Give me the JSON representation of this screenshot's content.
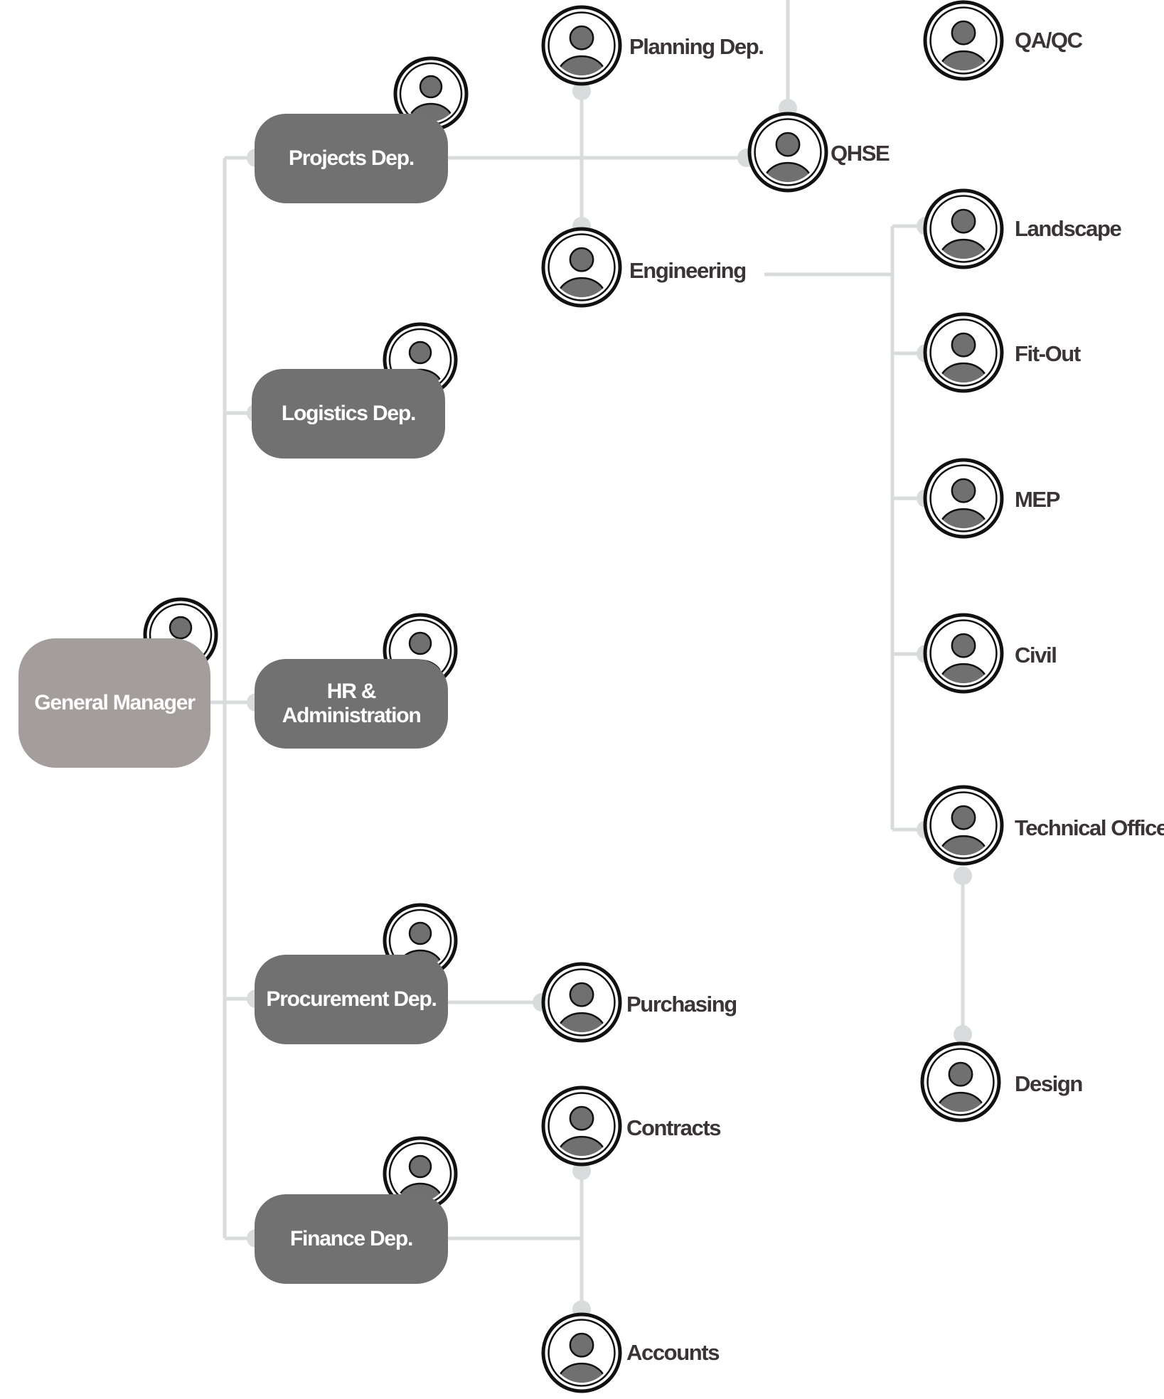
{
  "org_chart": {
    "root": "General Manager",
    "departments": [
      "Projects Dep.",
      "Logistics Dep.",
      "HR & Administration",
      "Procurement Dep.",
      "Finance Dep."
    ],
    "units": {
      "planning": "Planning Dep.",
      "engineering": "Engineering",
      "qhse": "QHSE",
      "qaqc": "QA/QC",
      "landscape": "Landscape",
      "fitout": "Fit-Out",
      "mep": "MEP",
      "civil": "Civil",
      "technical_office": "Technical Office",
      "design": "Design",
      "purchasing": "Purchasing",
      "contracts": "Contracts",
      "accounts": "Accounts"
    }
  },
  "colors": {
    "box": "#717171",
    "root_box": "#a39d9b",
    "connector": "#d9dcdc",
    "avatar": "#707070",
    "label_text": "#3a3435"
  }
}
